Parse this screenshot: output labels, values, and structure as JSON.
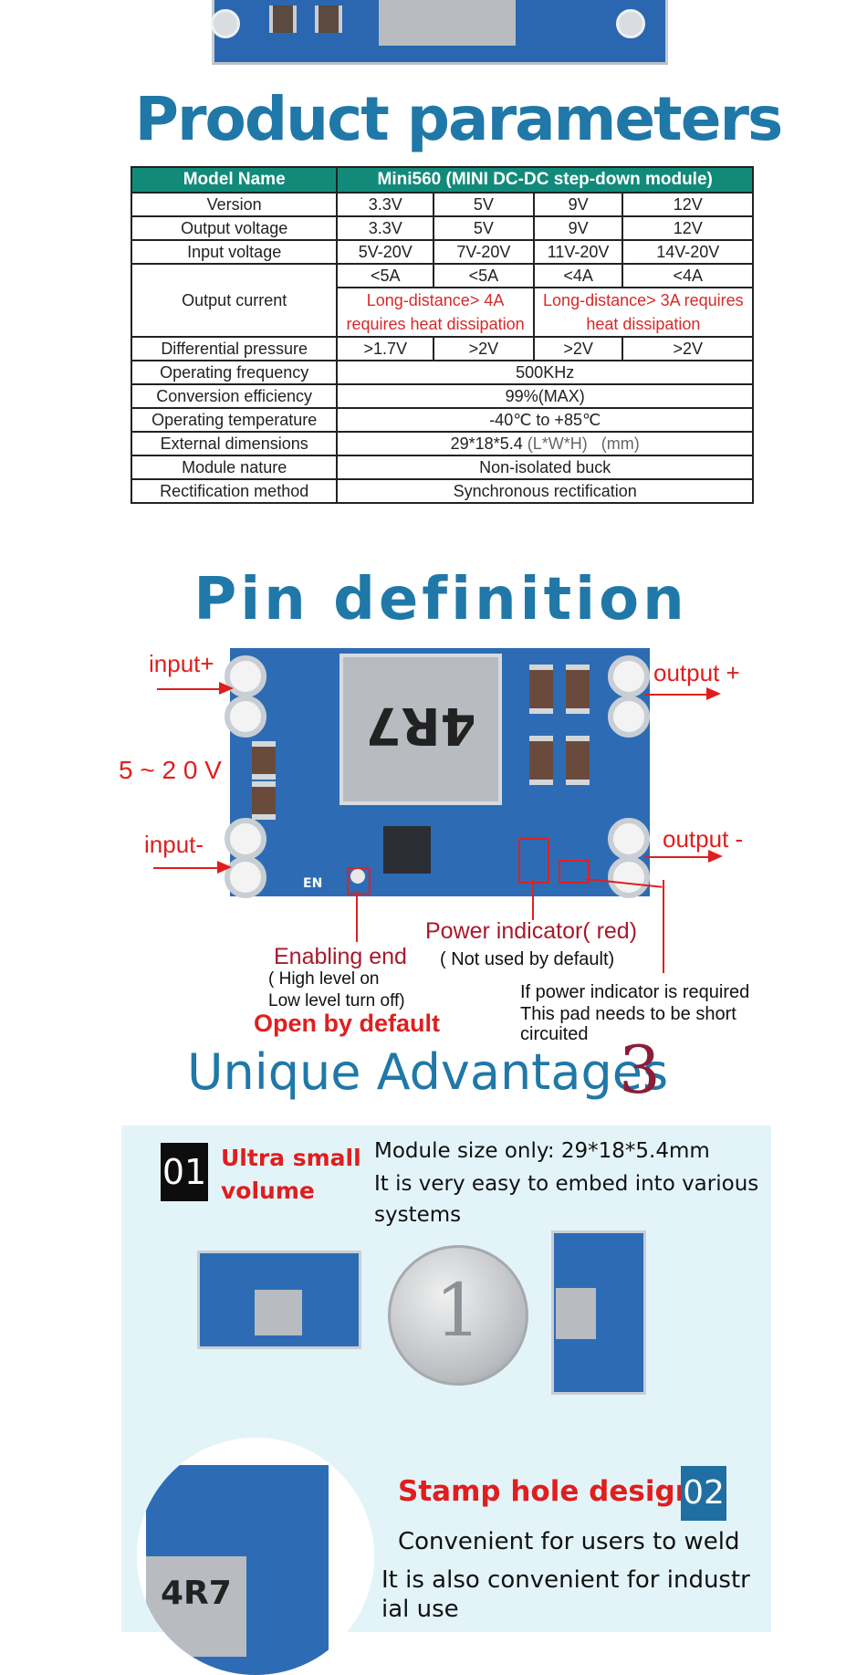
{
  "sections": {
    "params_title": "Product parameters",
    "pin_title": "Pin definition",
    "adv_title": "Unique  Advantages",
    "adv_number": "3"
  },
  "table": {
    "header": [
      "Model Name",
      "Mini560 (MINI DC-DC step-down module)"
    ],
    "version": [
      "Version",
      "3.3V",
      "5V",
      "9V",
      "12V"
    ],
    "output_voltage": [
      "Output voltage",
      "3.3V",
      "5V",
      "9V",
      "12V"
    ],
    "input_voltage": [
      "Input voltage",
      "5V-20V",
      "7V-20V",
      "11V-20V",
      "14V-20V"
    ],
    "output_current_label": "Output current",
    "output_current": [
      "<5A",
      "<5A",
      "<4A",
      "<4A"
    ],
    "long_distance_1": "Long-distance> 4A requires heat dissipation",
    "long_distance_2": "Long-distance> 3A requires heat dissipation",
    "differential_pressure": [
      "Differential pressure",
      ">1.7V",
      ">2V",
      ">2V",
      ">2V"
    ],
    "operating_frequency": [
      "Operating frequency",
      "500KHz"
    ],
    "conversion_efficiency": [
      "Conversion efficiency",
      "99%(MAX)"
    ],
    "operating_temperature": [
      "Operating temperature",
      "-40℃ to +85℃"
    ],
    "external_dimensions": [
      "External dimensions",
      "29*18*5.4",
      "(L*W*H)",
      "(mm)"
    ],
    "module_nature": [
      "Module nature",
      "Non-isolated buck"
    ],
    "rectification_method": [
      "Rectification method",
      "Synchronous rectification"
    ]
  },
  "pin": {
    "input_plus": "input+",
    "input_minus": "input-",
    "voltage": "5 ~ 2 0 V",
    "output_plus": "output +",
    "output_minus": "output -",
    "inductor_mark": "4R7",
    "en_mark": "EN",
    "power_indicator": "Power indicator( red)",
    "not_used": "( Not used by default)",
    "enabling_end": "Enabling end",
    "high_level": "( High level on",
    "low_level": "Low level turn off)",
    "open_default": "Open by default",
    "if_required": "If power indicator is required",
    "pad_short_1": "This pad needs to be short",
    "pad_short_2": " circuited"
  },
  "advantages": {
    "badge1": "01",
    "adv1_title_1": "Ultra small",
    "adv1_title_2": "volume",
    "adv1_text_1": "Module size only:  29*18*5.4mm",
    "adv1_text_2": "It is very easy to embed into various",
    "adv1_text_3": "systems",
    "adv2_title": "Stamp hole design",
    "badge2": "02",
    "adv2_text_1": "Convenient for users to weld",
    "adv2_text_2": "It is also convenient for industr",
    "adv2_text_3": "ial use",
    "coin_mark": "1",
    "photo_mark": "4R7"
  }
}
